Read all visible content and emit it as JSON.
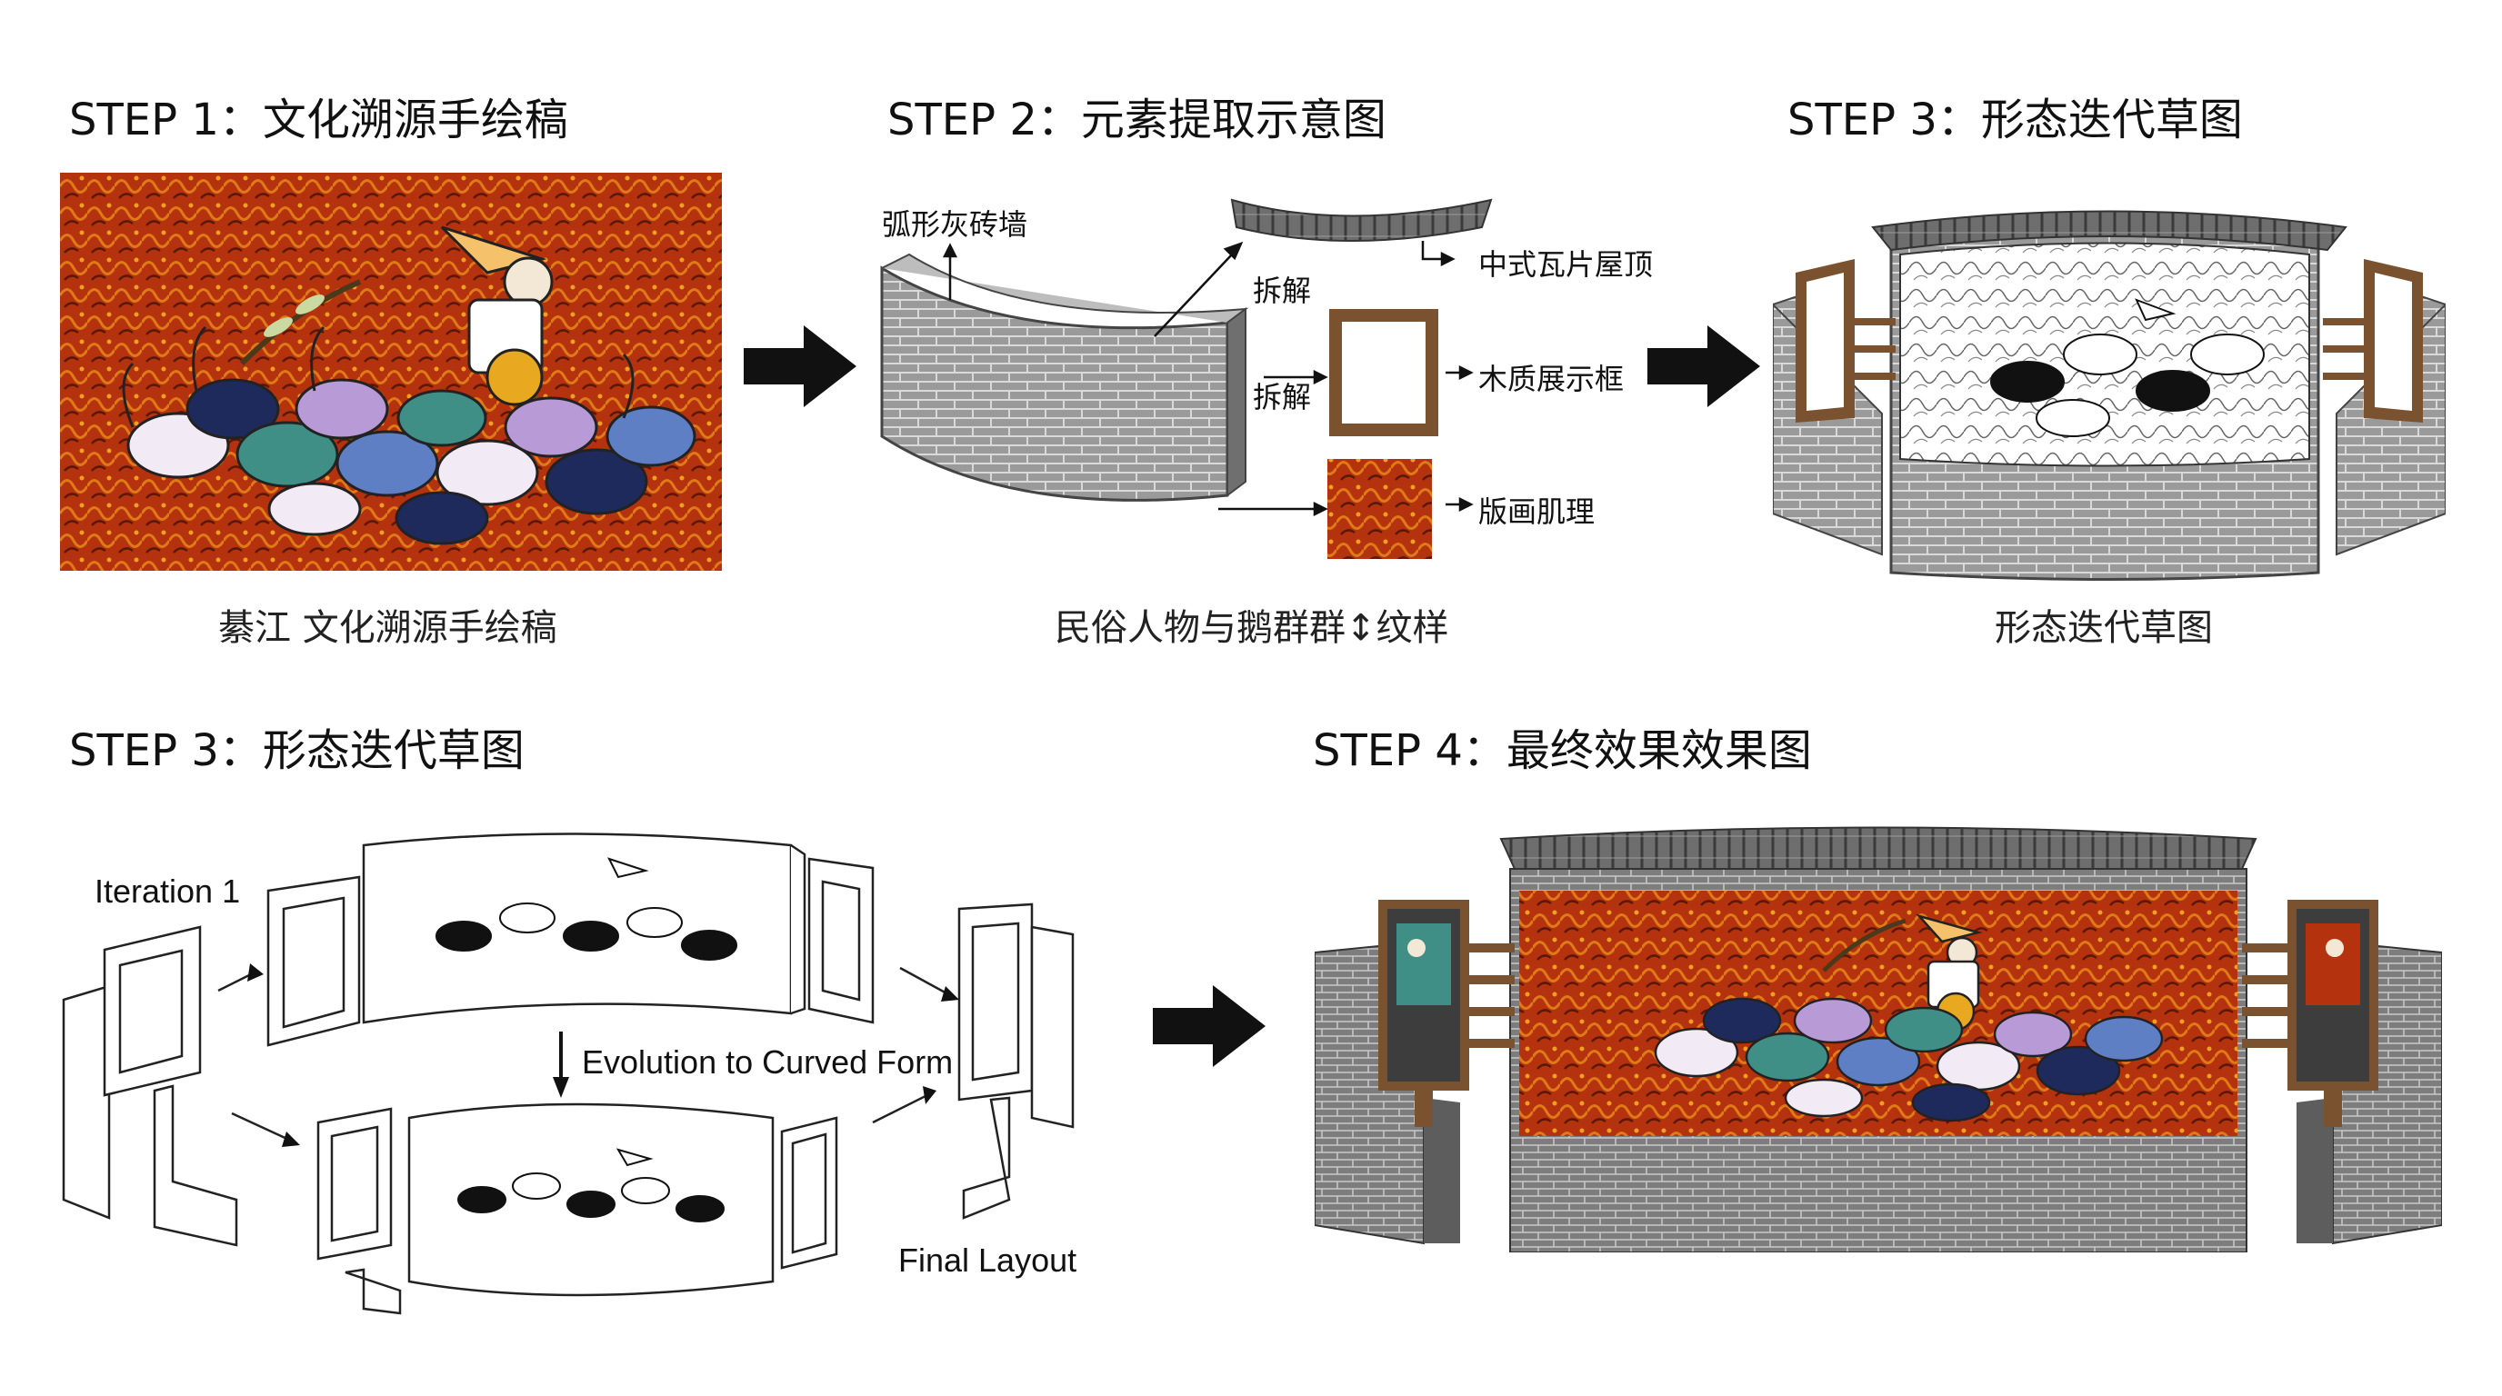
{
  "steps": {
    "s1_title": "STEP 1：文化溯源手绘稿",
    "s2_title": "STEP 2：元素提取示意图",
    "s3_title_top": "STEP 3：形态迭代草图",
    "s3_title_bottom": "STEP 3：形态迭代草图",
    "s4_title": "STEP 4：最终效果效果图"
  },
  "captions": {
    "s1": "綦江 文化溯源手绘稿",
    "s2": "民俗人物与鹅群群↕纹样",
    "s3": "形态迭代草图"
  },
  "elements": {
    "wall": "弧形灰砖墙",
    "roof": "中式瓦片屋顶",
    "frame": "木质展示框",
    "texture": "版画肌理",
    "split1": "拆解",
    "split2": "拆解"
  },
  "iteration": {
    "iter1": "Iteration 1",
    "evolution": "Evolution to Curved Form",
    "final": "Final Layout"
  },
  "colors": {
    "painting_bg": "#b5320f",
    "brick": "#8c8c8c",
    "wood": "#7a5230",
    "navy": "#1f2a5c",
    "teal": "#3f8f86",
    "lavender": "#b79ad6"
  },
  "icons": [
    "right-arrow-icon",
    "down-arrow-icon",
    "curved-arrow-icon"
  ]
}
